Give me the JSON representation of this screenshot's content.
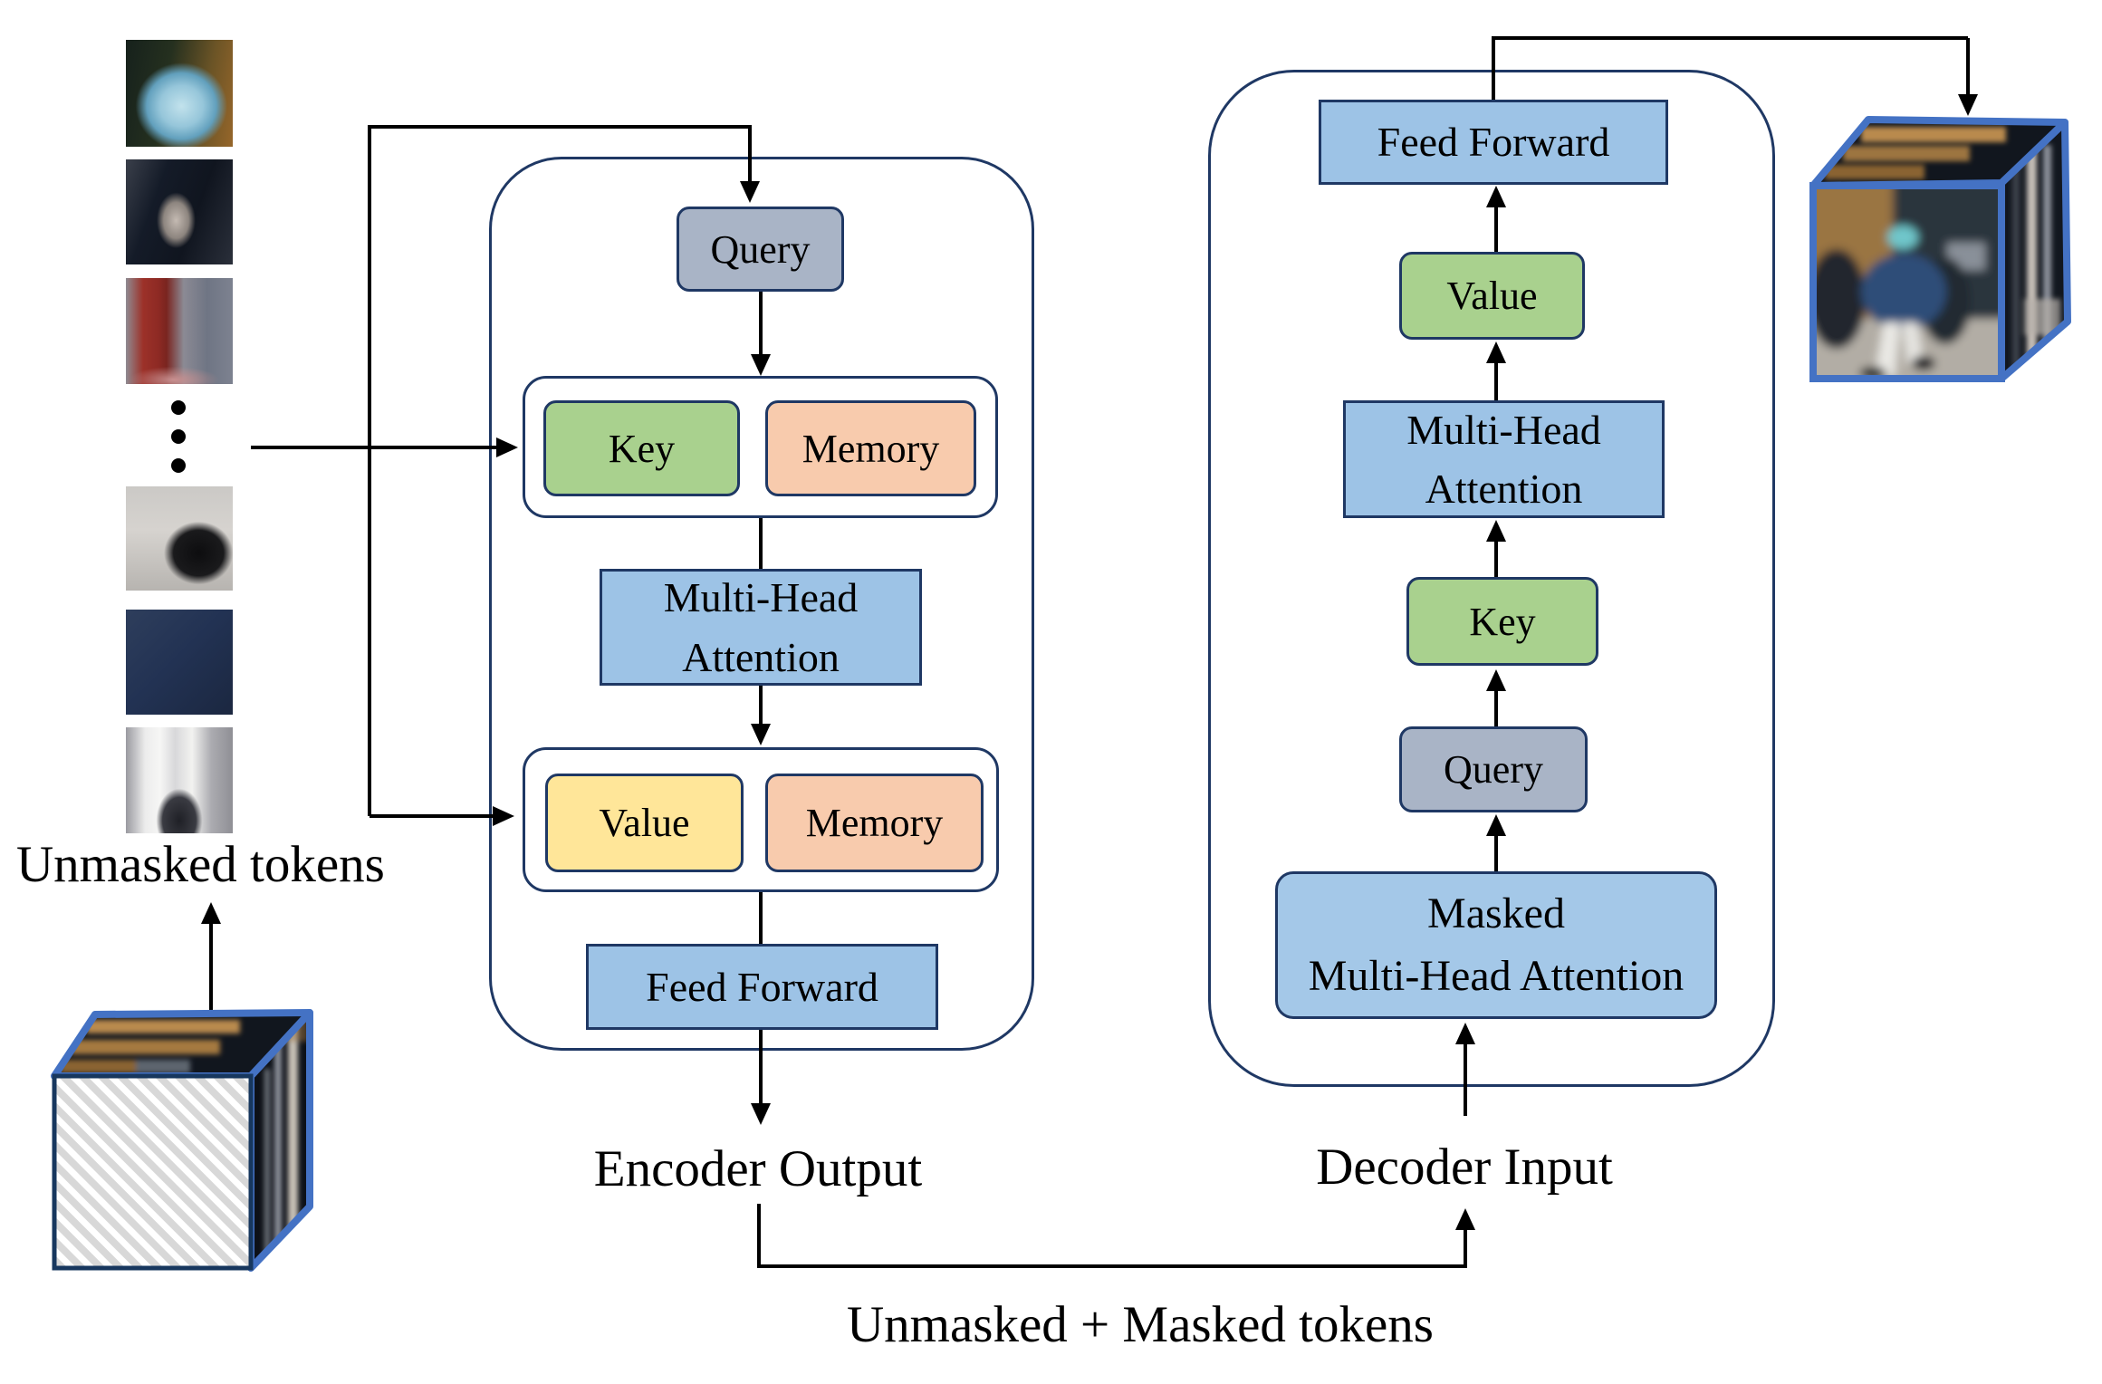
{
  "labels": {
    "unmasked_tokens": "Unmasked tokens",
    "encoder_output": "Encoder Output",
    "decoder_input": "Decoder Input",
    "unmasked_masked_tokens": "Unmasked + Masked tokens"
  },
  "encoder": {
    "query": "Query",
    "key": "Key",
    "memory_key": "Memory",
    "mha_line1": "Multi-Head",
    "mha_line2": "Attention",
    "value": "Value",
    "memory_value": "Memory",
    "feed_forward": "Feed Forward"
  },
  "decoder": {
    "feed_forward": "Feed Forward",
    "value": "Value",
    "mha_line1": "Multi-Head",
    "mha_line2": "Attention",
    "key": "Key",
    "query": "Query",
    "masked_mha_line1": "Masked",
    "masked_mha_line2": "Multi-Head Attention"
  },
  "colors": {
    "query_fill": "#a9b4c6",
    "key_value_green": "#a9d18e",
    "memory_peach": "#f8cbad",
    "value_yellow": "#ffe699",
    "attention_blue": "#9dc3e6",
    "masked_attention_blue": "#a4c8e8",
    "outline_navy": "#1f3864",
    "cube_edge_blue": "#4472c4",
    "line_black": "#000000"
  }
}
